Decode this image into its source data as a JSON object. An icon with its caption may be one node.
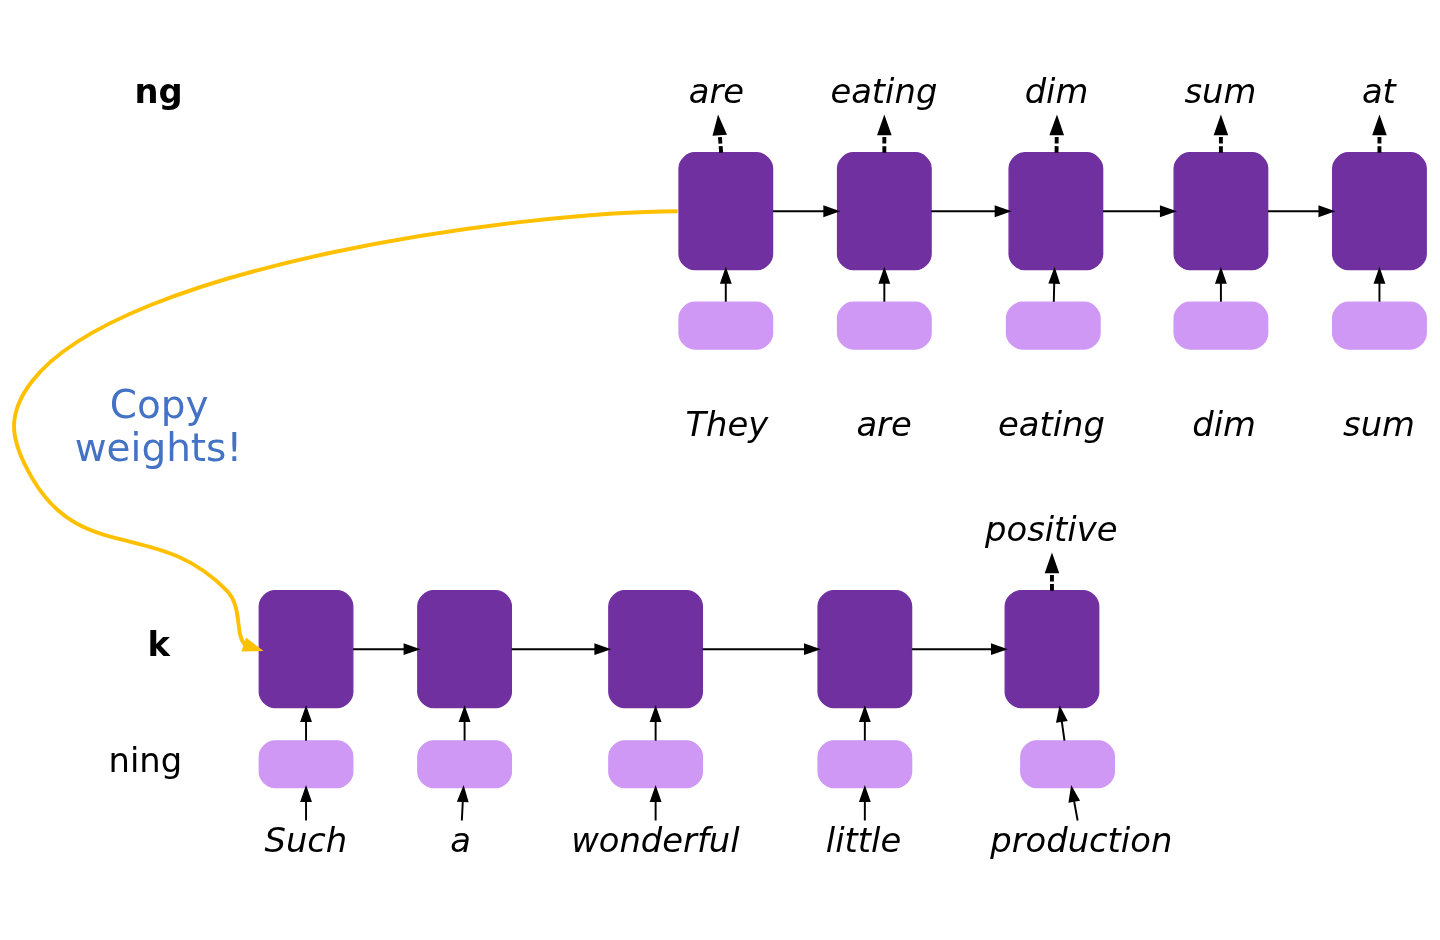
{
  "diagram": {
    "nodes": [
      {
        "text": [
          "are"
        ]
      },
      {
        "text": [
          "eating"
        ]
      },
      {
        "text": [
          "dim"
        ]
      },
      {
        "text": [
          "sum"
        ]
      },
      {
        "text": [
          "at"
        ]
      },
      {
        "text": [],
        "shape": "box"
      },
      {
        "text": [],
        "shape": "box"
      },
      {
        "text": [],
        "shape": "box"
      },
      {
        "text": [],
        "shape": "box"
      },
      {
        "text": [],
        "shape": "box"
      },
      {
        "text": [],
        "shape": "bar"
      },
      {
        "text": [],
        "shape": "bar"
      },
      {
        "text": [],
        "shape": "bar"
      },
      {
        "text": [],
        "shape": "bar"
      },
      {
        "text": [],
        "shape": "bar"
      },
      {
        "text": [
          "positive"
        ]
      },
      {
        "text": [],
        "shape": "box"
      },
      {
        "text": [],
        "shape": "box"
      },
      {
        "text": [],
        "shape": "box"
      },
      {
        "text": [],
        "shape": "box"
      },
      {
        "text": [],
        "shape": "box"
      },
      {
        "text": [],
        "shape": "bar"
      },
      {
        "text": [],
        "shape": "bar"
      },
      {
        "text": [],
        "shape": "bar"
      },
      {
        "text": [],
        "shape": "bar"
      },
      {
        "text": [],
        "shape": "bar"
      },
      {
        "text": [
          "Such"
        ]
      },
      {
        "text": [
          "a"
        ]
      },
      {
        "text": [
          "wonderful"
        ]
      },
      {
        "text": [
          "little"
        ]
      },
      {
        "text": [
          "production"
        ]
      }
    ],
    "edges": [
      {
        "from": 5,
        "to": 0,
        "arrow": "to",
        "style": "dashed"
      },
      {
        "from": 6,
        "to": 1,
        "arrow": "to",
        "style": "dashed"
      },
      {
        "from": 7,
        "to": 2,
        "arrow": "to",
        "style": "dashed"
      },
      {
        "from": 8,
        "to": 3,
        "arrow": "to",
        "style": "dashed"
      },
      {
        "from": 9,
        "to": 4,
        "arrow": "to",
        "style": "dashed"
      },
      {
        "from": 5,
        "to": 6,
        "arrow": "to"
      },
      {
        "from": 6,
        "to": 7,
        "arrow": "to"
      },
      {
        "from": 7,
        "to": 8,
        "arrow": "to"
      },
      {
        "from": 8,
        "to": 9,
        "arrow": "to"
      },
      {
        "from": 10,
        "to": 5,
        "arrow": "to"
      },
      {
        "from": 11,
        "to": 6,
        "arrow": "to"
      },
      {
        "from": 12,
        "to": 7,
        "arrow": "to"
      },
      {
        "from": 13,
        "to": 8,
        "arrow": "to"
      },
      {
        "from": 14,
        "to": 9,
        "arrow": "to"
      },
      {
        "from": 5,
        "to": 16,
        "arrow": "to",
        "color": "#ffc000"
      },
      {
        "from": 20,
        "to": 15,
        "arrow": "to",
        "style": "dashed"
      },
      {
        "from": 16,
        "to": 17,
        "arrow": "to"
      },
      {
        "from": 17,
        "to": 18,
        "arrow": "to"
      },
      {
        "from": 18,
        "to": 19,
        "arrow": "to"
      },
      {
        "from": 19,
        "to": 20,
        "arrow": "to"
      },
      {
        "from": 21,
        "to": 16,
        "arrow": "to"
      },
      {
        "from": 22,
        "to": 17,
        "arrow": "to"
      },
      {
        "from": 23,
        "to": 18,
        "arrow": "to"
      },
      {
        "from": 24,
        "to": 19,
        "arrow": "to"
      },
      {
        "from": 25,
        "to": 20,
        "arrow": "to"
      },
      {
        "from": 26,
        "to": 21,
        "arrow": "to"
      },
      {
        "from": 27,
        "to": 22,
        "arrow": "to"
      },
      {
        "from": 28,
        "to": 23,
        "arrow": "to"
      },
      {
        "from": 29,
        "to": 24,
        "arrow": "to"
      },
      {
        "from": 30,
        "to": 25,
        "arrow": "to"
      }
    ],
    "labels": [
      "ng",
      "They",
      "are",
      "eating",
      "dim",
      "sum",
      "Copy weights!",
      "k",
      "ning"
    ]
  }
}
